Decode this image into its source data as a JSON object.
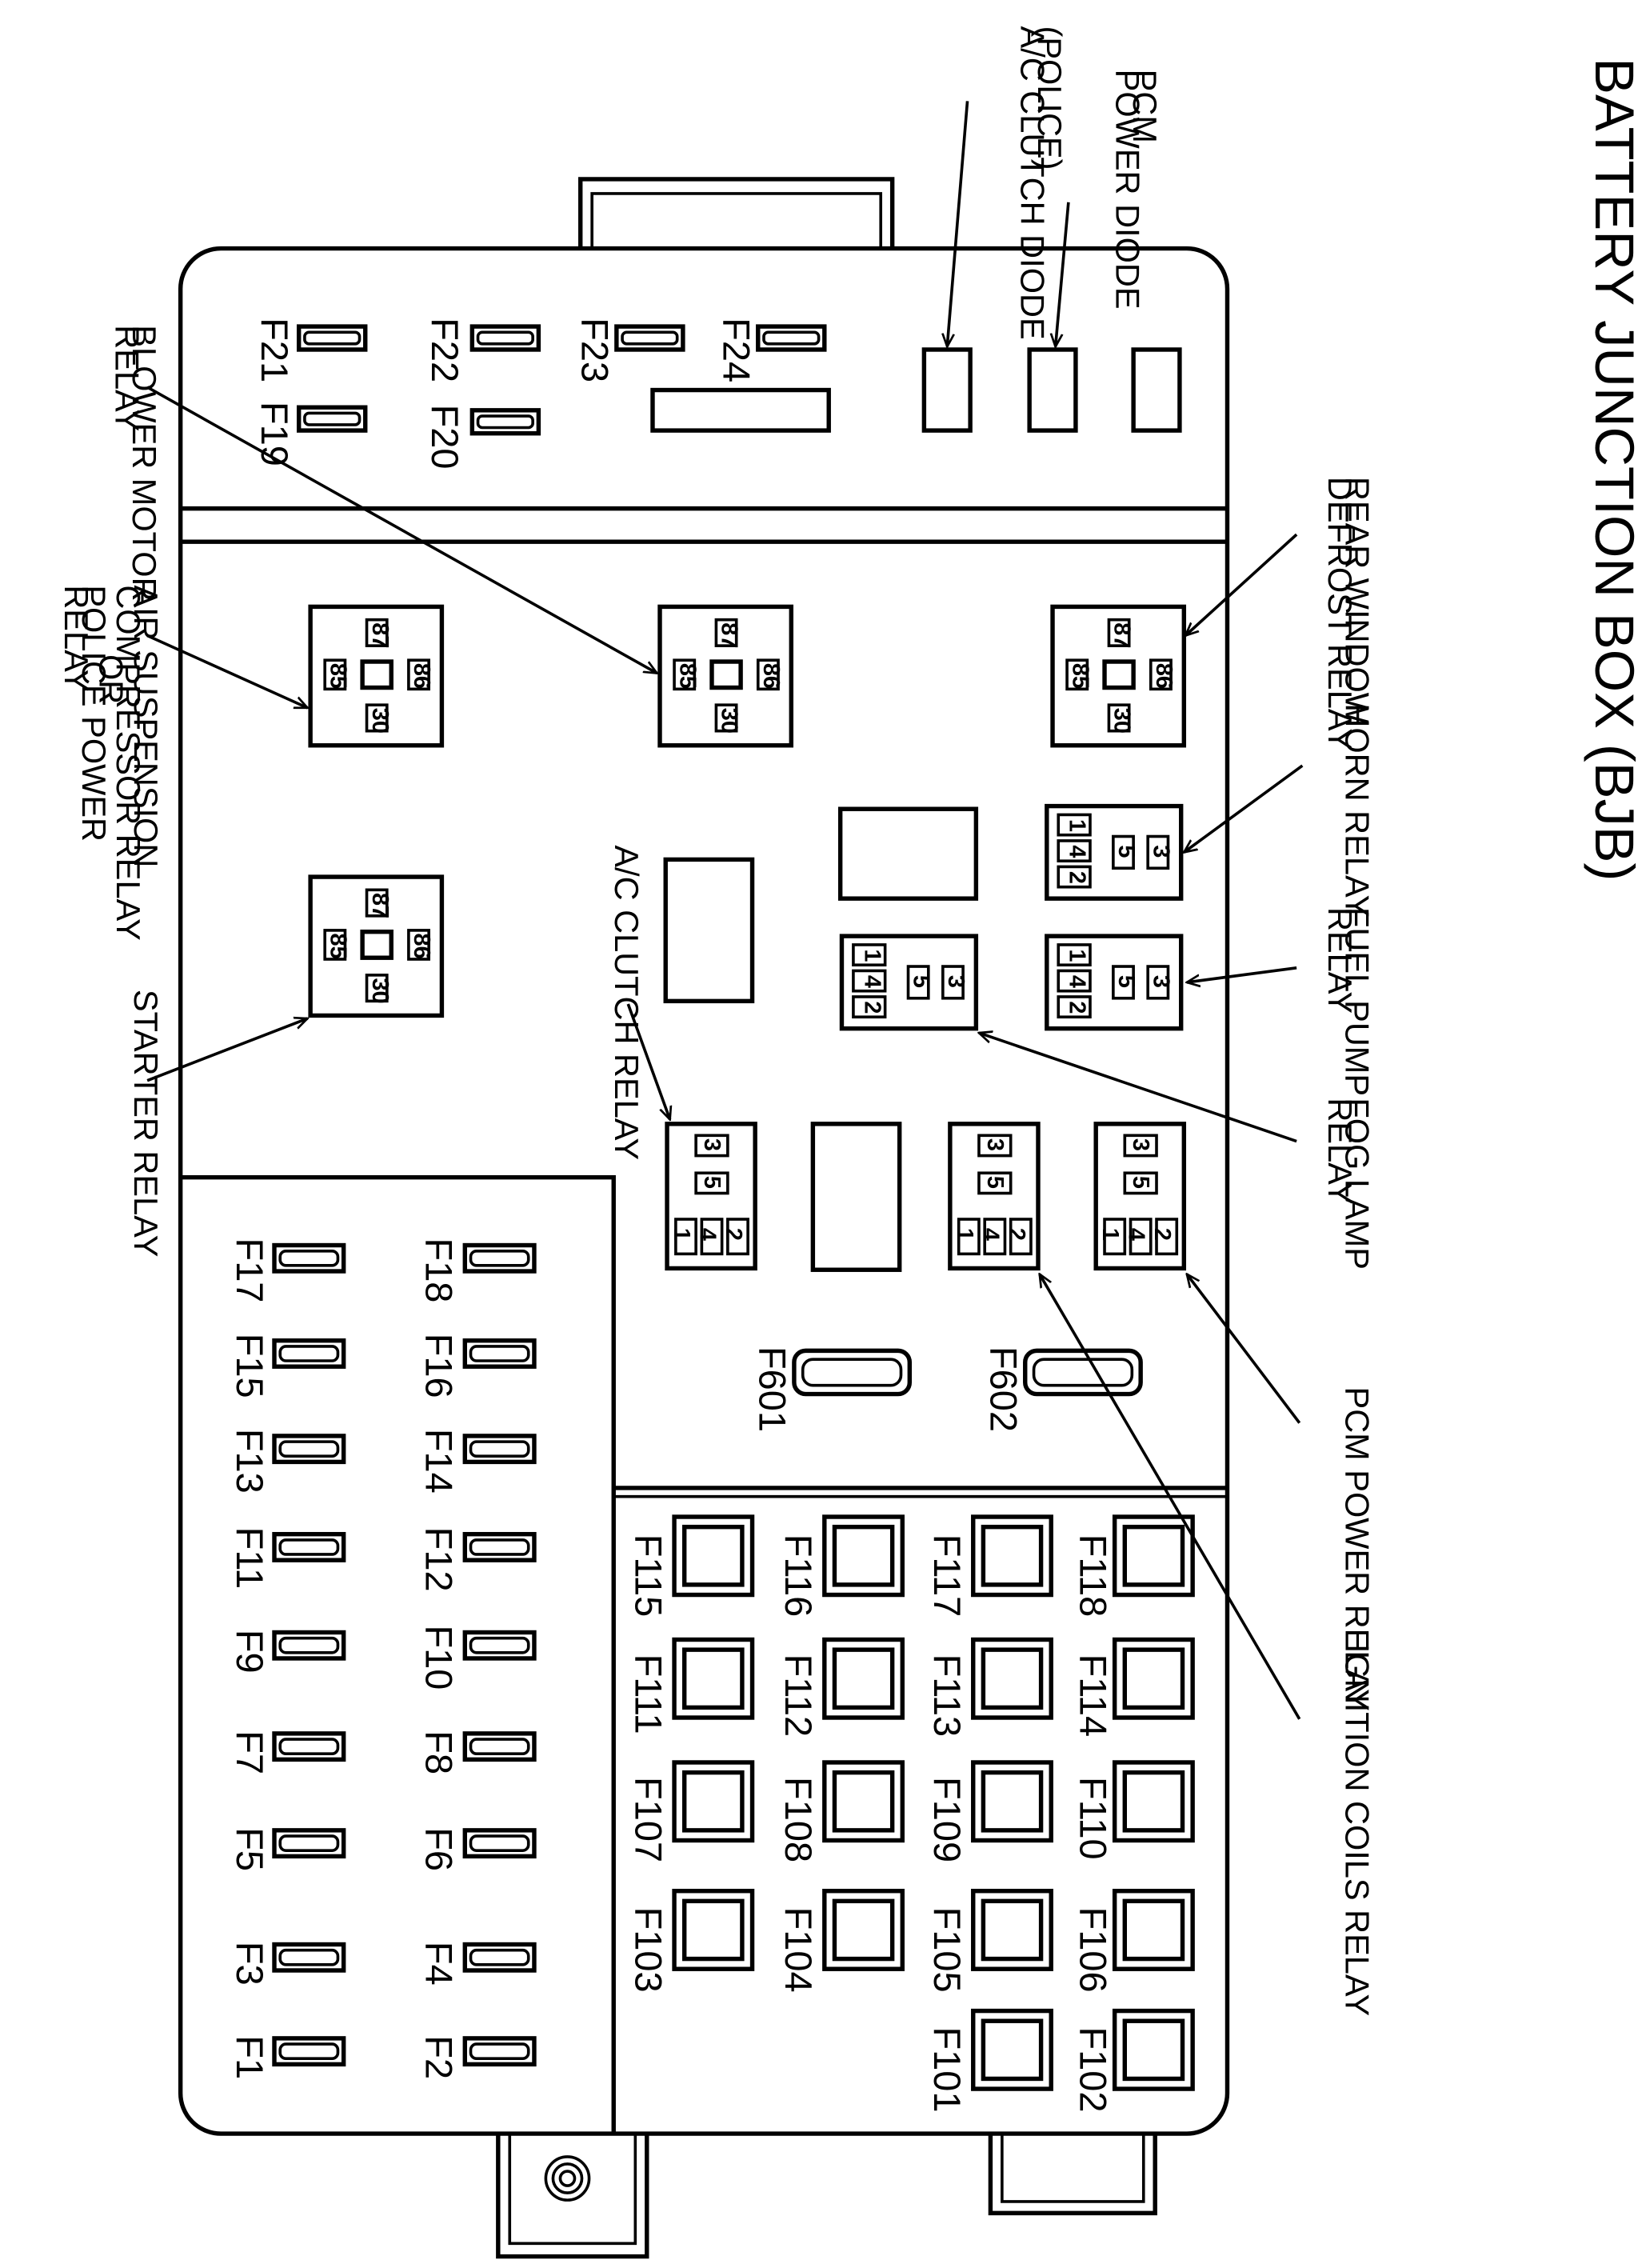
{
  "title": "BATTERY JUNCTION BOX (BJB)",
  "annotations": {
    "ac_clutch_diode": [
      "A/C CLUTCH DIODE",
      "(POLICE)"
    ],
    "pcm_power_diode": [
      "PCM",
      "POWER DIODE"
    ],
    "blower_motor_relay": [
      "BLOWER MOTOR",
      "RELAY"
    ],
    "rear_window_defrost_relay": [
      "REAR WINDOW",
      "DEFROST RELAY"
    ],
    "air_suspension_relay": [
      "AIR SUSPENSION",
      "COMPRESSOR RELAY",
      "OR",
      "POLICE POWER",
      "RELAY"
    ],
    "horn_relay": [
      "HORN RELAY"
    ],
    "fuel_pump_relay": [
      "FUEL PUMP",
      "RELAY"
    ],
    "ac_clutch_relay": [
      "A/C CLUTCH RELAY"
    ],
    "starter_relay": [
      "STARTER RELAY"
    ],
    "fog_lamp_relay": [
      "FOG LAMP",
      "RELAY"
    ],
    "pcm_power_relay": [
      "PCM POWER RELAY"
    ],
    "ignition_coils_relay": [
      "IGNITION COILS RELAY"
    ]
  },
  "iso_relay_pins": {
    "p87": "87",
    "p85": "85",
    "p86": "86",
    "p30": "30"
  },
  "micro_relay_pins": {
    "p1": "1",
    "p2": "2",
    "p3": "3",
    "p4": "4",
    "p5": "5"
  },
  "fuses": {
    "F1": "F1",
    "F2": "F2",
    "F3": "F3",
    "F4": "F4",
    "F5": "F5",
    "F6": "F6",
    "F7": "F7",
    "F8": "F8",
    "F9": "F9",
    "F10": "F10",
    "F11": "F11",
    "F12": "F12",
    "F13": "F13",
    "F14": "F14",
    "F15": "F15",
    "F16": "F16",
    "F17": "F17",
    "F18": "F18",
    "F19": "F19",
    "F20": "F20",
    "F21": "F21",
    "F22": "F22",
    "F23": "F23",
    "F24": "F24",
    "F601": "F601",
    "F602": "F602",
    "F101": "F101",
    "F102": "F102",
    "F103": "F103",
    "F104": "F104",
    "F105": "F105",
    "F106": "F106",
    "F107": "F107",
    "F108": "F108",
    "F109": "F109",
    "F110": "F110",
    "F111": "F111",
    "F112": "F112",
    "F113": "F113",
    "F114": "F114",
    "F115": "F115",
    "F116": "F116",
    "F117": "F117",
    "F118": "F118"
  }
}
